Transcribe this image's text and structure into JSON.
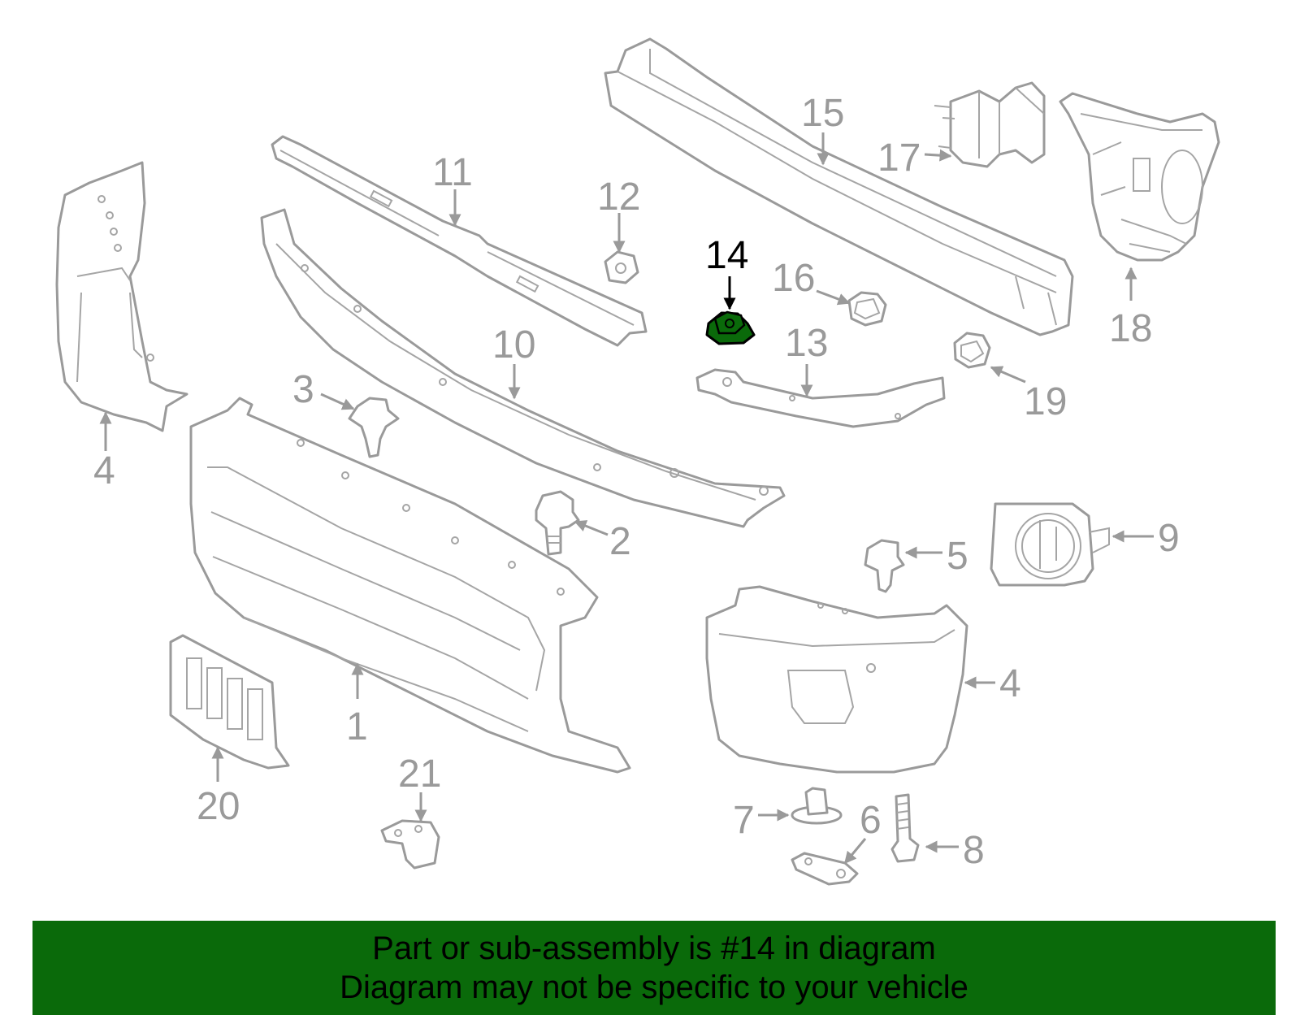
{
  "diagram": {
    "highlight_part": "14",
    "highlight_color": "#0a6a0a",
    "part_color": "#9a9a9a",
    "callouts": {
      "c1": "1",
      "c2": "2",
      "c3": "3",
      "c4a": "4",
      "c4b": "4",
      "c5": "5",
      "c6": "6",
      "c7": "7",
      "c8": "8",
      "c9": "9",
      "c10": "10",
      "c11": "11",
      "c12": "12",
      "c13": "13",
      "c14": "14",
      "c15": "15",
      "c16": "16",
      "c17": "17",
      "c18": "18",
      "c19": "19",
      "c20": "20",
      "c21": "21"
    }
  },
  "banner": {
    "background": "#0a6a0a",
    "line1": "Part or sub-assembly is #14 in diagram",
    "line2": "Diagram may not be specific to your vehicle"
  }
}
